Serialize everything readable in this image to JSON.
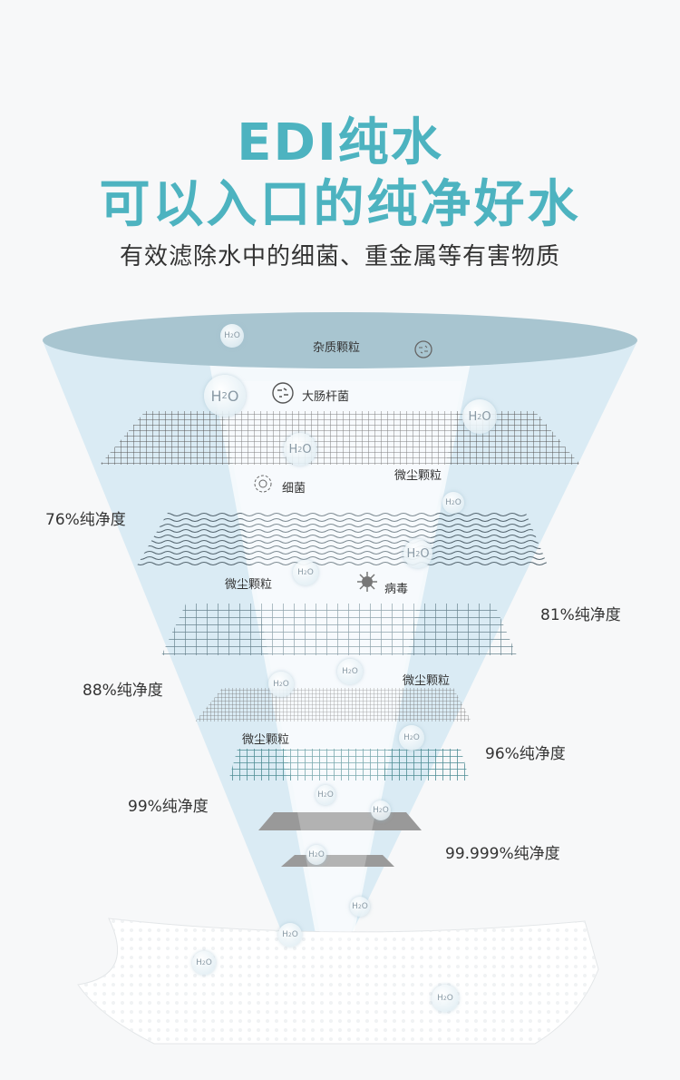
{
  "header": {
    "title_line1": "EDI纯水",
    "title_line2": "可以入口的纯净好水",
    "subtitle": "有效滤除水中的细菌、重金属等有害物质"
  },
  "labels": {
    "impurities": "杂质颗粒",
    "ecoli": "大肠杆菌",
    "bacteria": "细菌",
    "dust1": "微尘颗粒",
    "dust2": "微尘颗粒",
    "virus": "病毒",
    "dust3": "微尘颗粒",
    "dust4": "微尘颗粒"
  },
  "purity": {
    "p76": "76%纯净度",
    "p81": "81%纯净度",
    "p88": "88%纯净度",
    "p96": "96%纯净度",
    "p99": "99%纯净度",
    "p99999": "99.999%纯净度"
  },
  "bubble": {
    "h": "H",
    "sub": "2",
    "o": "O"
  },
  "colors": {
    "title": "#4db3c0",
    "funnel_top": "#a8c5d0",
    "funnel": "#d5e9f3"
  }
}
